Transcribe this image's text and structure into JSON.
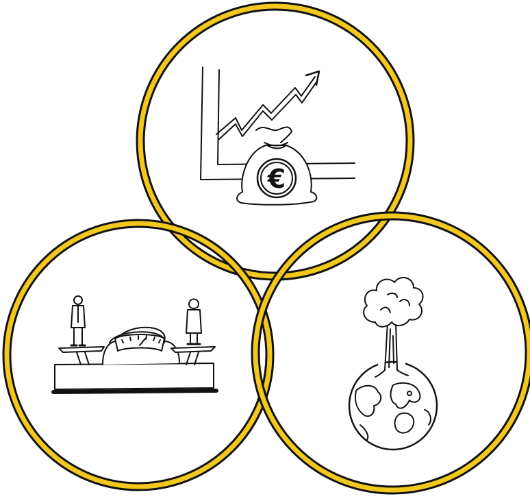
{
  "diagram": {
    "type": "venn-three-circles",
    "ring_color": "#f2c81e",
    "ink_color": "#111111",
    "circles": [
      {
        "id": "economy",
        "icon": "money-bag-with-rising-chart",
        "currency_symbol": "€"
      },
      {
        "id": "social",
        "icon": "balance-scale-with-two-people"
      },
      {
        "id": "environment",
        "icon": "tree-on-earth-globe"
      }
    ]
  }
}
